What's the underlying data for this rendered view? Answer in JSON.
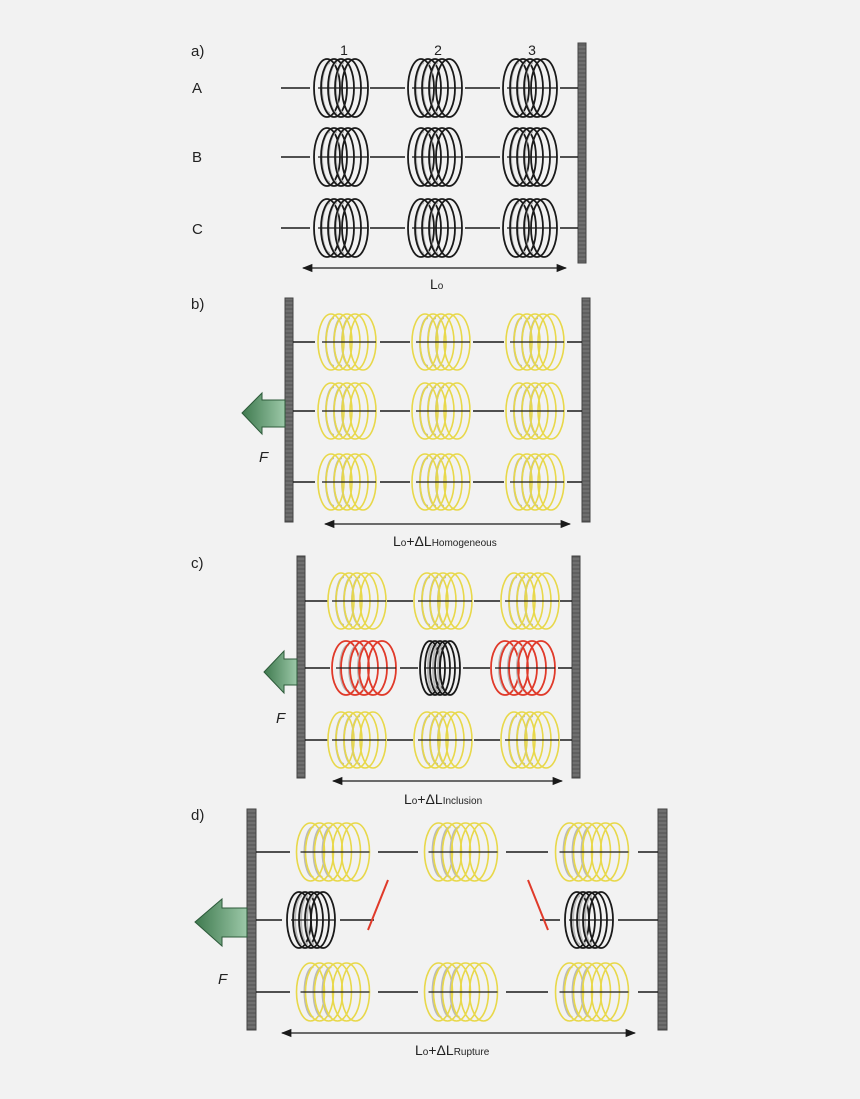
{
  "panels": {
    "a": {
      "label": "a)",
      "column_labels": [
        "1",
        "2",
        "3"
      ],
      "row_labels": [
        "A",
        "B",
        "C"
      ],
      "length_main": "L",
      "length_sub": "o"
    },
    "b": {
      "label": "b)",
      "force_label": "F",
      "length_main": "L",
      "length_sub": "o",
      "length_plus": "+ΔL",
      "length_subscript": "Homogeneous"
    },
    "c": {
      "label": "c)",
      "force_label": "F",
      "length_main": "L",
      "length_sub": "o",
      "length_plus": "+ΔL",
      "length_subscript": "Inclusion"
    },
    "d": {
      "label": "d)",
      "force_label": "F",
      "length_main": "L",
      "length_sub": "o",
      "length_plus": "+ΔL",
      "length_subscript": "Rupture"
    }
  },
  "colors": {
    "relaxed": "#1a1a1a",
    "stretched": "#e8d84a",
    "overstretched": "#e03a2a",
    "inner": "#b9b9b9",
    "arrow": "#5e9a6f",
    "wall": "#6f6f6f"
  },
  "icons": {
    "spring": "coil-spring-icon",
    "force": "force-arrow-icon",
    "break": "rupture-mark-icon"
  }
}
